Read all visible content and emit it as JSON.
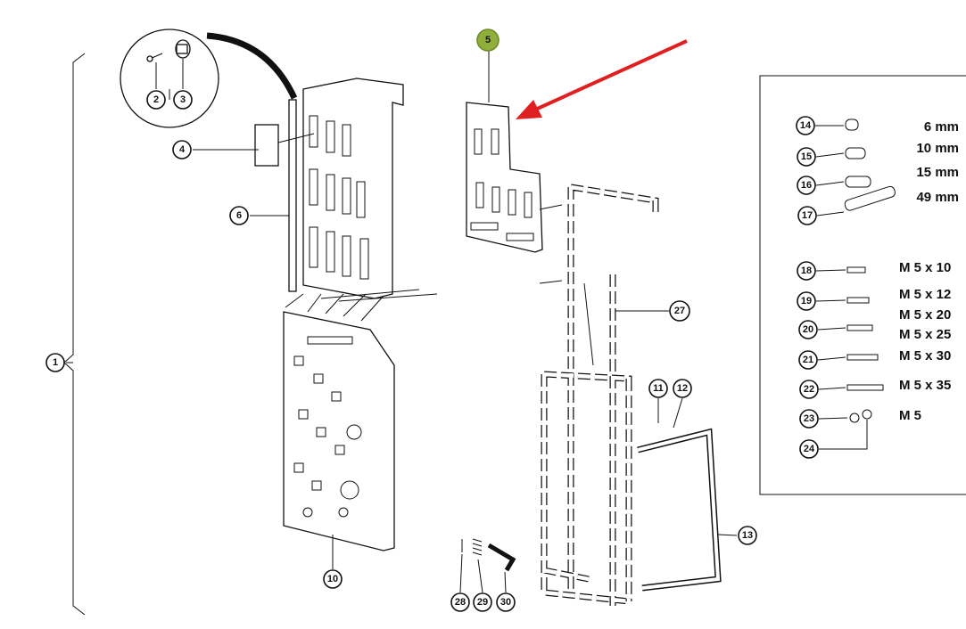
{
  "diagram": {
    "callouts": {
      "c1": "1",
      "c2": "2",
      "c3": "3",
      "c4": "4",
      "c5": "5",
      "c6": "6",
      "c10": "10",
      "c11": "11",
      "c12": "12",
      "c13": "13",
      "c14": "14",
      "c15": "15",
      "c16": "16",
      "c17": "17",
      "c18": "18",
      "c19": "19",
      "c20": "20",
      "c21": "21",
      "c22": "22",
      "c23": "23",
      "c24": "24",
      "c27": "27",
      "c28": "28",
      "c29": "29",
      "c30": "30"
    },
    "highlight_color": "#8fae3c",
    "arrow_color": "#e02020",
    "legend": {
      "spacers": [
        "6 mm",
        "10 mm",
        "15 mm",
        "49 mm"
      ],
      "screws": [
        "M 5 x 10",
        "M 5 x 12",
        "M 5 x 20",
        "M 5 x 25",
        "M 5 x 30",
        "M 5 x 35"
      ],
      "nut": "M 5"
    }
  }
}
